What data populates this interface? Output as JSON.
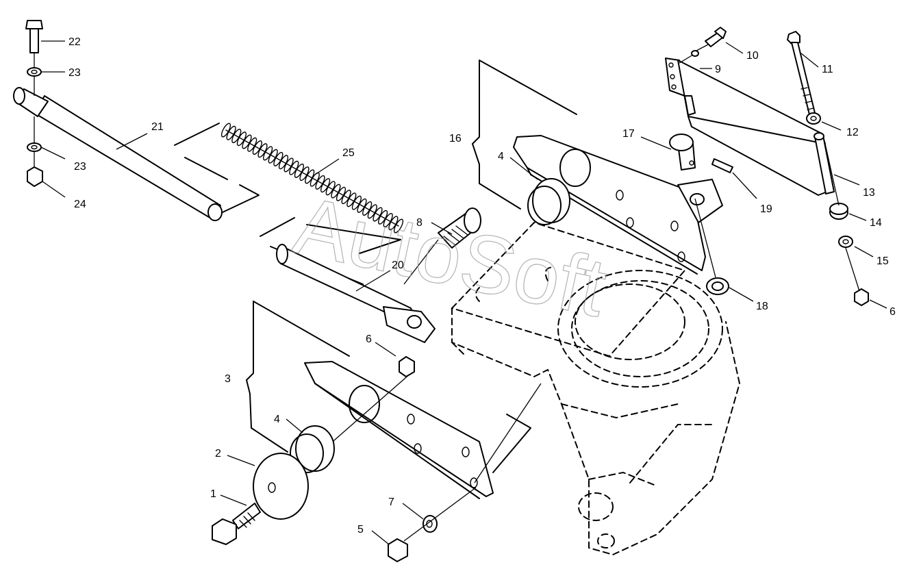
{
  "watermark": "AutoSoft",
  "callouts": [
    {
      "id": "c1",
      "text": "1"
    },
    {
      "id": "c2",
      "text": "2"
    },
    {
      "id": "c3",
      "text": "3"
    },
    {
      "id": "c4a",
      "text": "4"
    },
    {
      "id": "c4b",
      "text": "4"
    },
    {
      "id": "c5",
      "text": "5"
    },
    {
      "id": "c6a",
      "text": "6"
    },
    {
      "id": "c6b",
      "text": "6"
    },
    {
      "id": "c7",
      "text": "7"
    },
    {
      "id": "c8",
      "text": "8"
    },
    {
      "id": "c9",
      "text": "9"
    },
    {
      "id": "c10",
      "text": "10"
    },
    {
      "id": "c11",
      "text": "11"
    },
    {
      "id": "c12",
      "text": "12"
    },
    {
      "id": "c13",
      "text": "13"
    },
    {
      "id": "c14",
      "text": "14"
    },
    {
      "id": "c15",
      "text": "15"
    },
    {
      "id": "c16",
      "text": "16"
    },
    {
      "id": "c17",
      "text": "17"
    },
    {
      "id": "c18",
      "text": "18"
    },
    {
      "id": "c19",
      "text": "19"
    },
    {
      "id": "c20",
      "text": "20"
    },
    {
      "id": "c21",
      "text": "21"
    },
    {
      "id": "c22",
      "text": "22"
    },
    {
      "id": "c23a",
      "text": "23"
    },
    {
      "id": "c23b",
      "text": "23"
    },
    {
      "id": "c24",
      "text": "24"
    },
    {
      "id": "c25",
      "text": "25"
    }
  ]
}
